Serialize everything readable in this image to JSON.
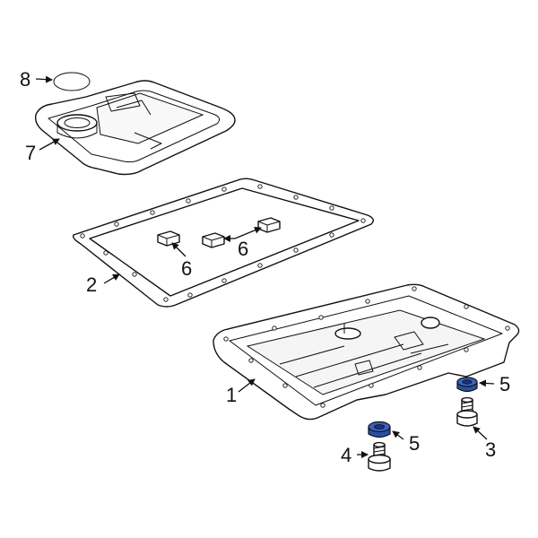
{
  "colors": {
    "line": "#111111",
    "background": "#ffffff",
    "highlight": "#2b4fa3",
    "shade": "#ececec"
  },
  "callouts": {
    "c1": "1",
    "c2": "2",
    "c3": "3",
    "c4": "4",
    "c5a": "5",
    "c5b": "5",
    "c6a": "6",
    "c6b": "6",
    "c7": "7",
    "c8": "8"
  }
}
